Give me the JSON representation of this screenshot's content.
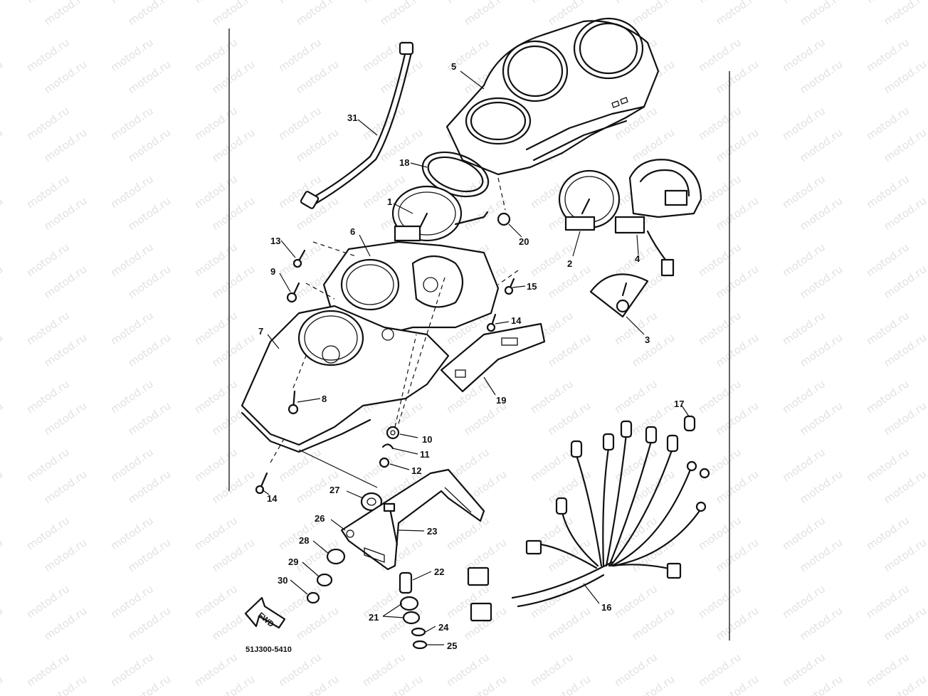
{
  "diagram": {
    "reference_code": "51J300-5410",
    "fwd_label": "FWD",
    "watermark": "motod.ru",
    "callouts": [
      {
        "id": "1",
        "label": "1"
      },
      {
        "id": "2",
        "label": "2"
      },
      {
        "id": "3",
        "label": "3"
      },
      {
        "id": "4",
        "label": "4"
      },
      {
        "id": "5",
        "label": "5"
      },
      {
        "id": "6",
        "label": "6"
      },
      {
        "id": "7",
        "label": "7"
      },
      {
        "id": "8",
        "label": "8"
      },
      {
        "id": "9",
        "label": "9"
      },
      {
        "id": "10",
        "label": "10"
      },
      {
        "id": "11",
        "label": "11"
      },
      {
        "id": "12",
        "label": "12"
      },
      {
        "id": "13",
        "label": "13"
      },
      {
        "id": "14a",
        "label": "14"
      },
      {
        "id": "14b",
        "label": "14"
      },
      {
        "id": "15",
        "label": "15"
      },
      {
        "id": "16",
        "label": "16"
      },
      {
        "id": "17",
        "label": "17"
      },
      {
        "id": "18",
        "label": "18"
      },
      {
        "id": "19",
        "label": "19"
      },
      {
        "id": "20",
        "label": "20"
      },
      {
        "id": "21",
        "label": "21"
      },
      {
        "id": "22",
        "label": "22"
      },
      {
        "id": "23",
        "label": "23"
      },
      {
        "id": "24",
        "label": "24"
      },
      {
        "id": "25",
        "label": "25"
      },
      {
        "id": "26",
        "label": "26"
      },
      {
        "id": "27",
        "label": "27"
      },
      {
        "id": "28",
        "label": "28"
      },
      {
        "id": "29",
        "label": "29"
      },
      {
        "id": "30",
        "label": "30"
      },
      {
        "id": "31",
        "label": "31"
      }
    ]
  }
}
